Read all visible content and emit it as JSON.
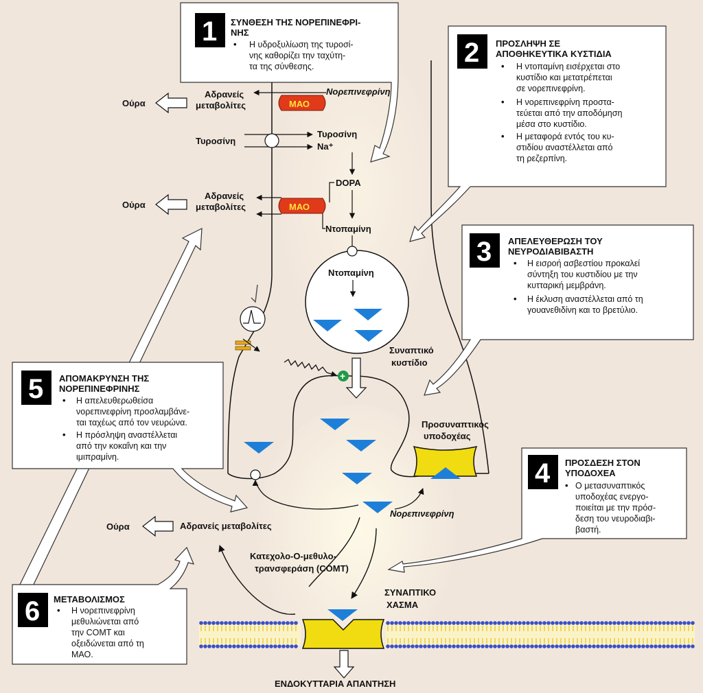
{
  "colors": {
    "background": "#f1e6dc",
    "mao_fill": "#e03a1a",
    "mao_text": "#ffe23a",
    "receptor": "#f0dc10",
    "transmitter": "#1e7fd8",
    "membrane_head": "#3b4fc4",
    "membrane_tail": "#e6c21a",
    "plus_badge": "#1f9a4a"
  },
  "boxes": {
    "b1": {
      "number": "1",
      "title": [
        "ΣΥΝΘΕΣΗ ΤΗΣ ΝΟΡΕΠΙΝΕΦΡΙ-",
        "ΝΗΣ"
      ],
      "bullets": [
        [
          "Η υδροξυλίωση της τυροσί-",
          "νης καθορίζει την ταχύτη-",
          "τα της σύνθεσης."
        ]
      ]
    },
    "b2": {
      "number": "2",
      "title": [
        "ΠΡΟΣΛΗΨΗ ΣΕ",
        "ΑΠΟΘΗΚΕΥΤΙΚΑ ΚΥΣΤΙΔΙΑ"
      ],
      "bullets": [
        [
          "Η ντοπαμίνη εισέρχεται στο",
          "κυστίδιο και μετατρέπεται",
          "σε νορεπινεφρίνη."
        ],
        [
          "Η νορεπινεφρίνη προστα-",
          "τεύεται από την αποδόμηση",
          "μέσα στο κυστίδιο."
        ],
        [
          "Η μεταφορά εντός του κυ-",
          "στιδίου αναστέλλεται από",
          "τη ρεζερπίνη."
        ]
      ]
    },
    "b3": {
      "number": "3",
      "title": [
        "ΑΠΕΛΕΥΘΕΡΩΣΗ ΤΟΥ",
        "ΝΕΥΡΟΔΙΑΒΙΒΑΣΤΗ"
      ],
      "bullets": [
        [
          "Η εισροή ασβεστίου προκαλεί",
          "σύντηξη του κυστιδίου με την",
          "κυτταρική μεμβράνη."
        ],
        [
          "Η έκλυση αναστέλλεται από τη",
          "γουανεθιδίνη και το βρετύλιο."
        ]
      ]
    },
    "b4": {
      "number": "4",
      "title": [
        "ΠΡΟΣΔΕΣΗ ΣΤΟΝ",
        "ΥΠΟΔΟΧΕΑ"
      ],
      "bullets": [
        [
          "Ο μετασυναπτικός",
          "υποδοχέας ενεργο-",
          "ποιείται με την πρόσ-",
          "δεση του νευροδιαβι-",
          "βαστή."
        ]
      ]
    },
    "b5": {
      "number": "5",
      "title": [
        "ΑΠΟΜΑΚΡΥΝΣΗ ΤΗΣ",
        "ΝΟΡΕΠΙΝΕΦΡΙΝΗΣ"
      ],
      "bullets": [
        [
          "Η απελευθερωθείσα",
          "νορεπινεφρίνη προσλαμβάνε-",
          "ται ταχέως από τον νευρώνα."
        ],
        [
          "Η πρόσληψη αναστέλλεται",
          "από την κοκαΐνη και την",
          "ιμιπραμίνη."
        ]
      ]
    },
    "b6": {
      "number": "6",
      "title": [
        "ΜΕΤΑΒΟΛΙΣΜΟΣ"
      ],
      "bullets": [
        [
          "Η νορεπινεφρίνη",
          "μεθυλιώνεται από",
          "την COMT και",
          "οξειδώνεται από τη",
          "ΜΑΟ."
        ]
      ]
    }
  },
  "labels": {
    "urine": "Ούρα",
    "inactive1": "Αδρανείς",
    "inactive2": "μεταβολίτες",
    "inactive_full": "Αδρανείς μεταβολίτες",
    "mao": "ΜΑΟ",
    "norepinephrine": "Νορεπινεφρίνη",
    "tyrosine": "Τυροσίνη",
    "sodium": "Na⁺",
    "dopa": "DOPA",
    "dopamine": "Ντοπαμίνη",
    "vesicle1": "Συναπτικό",
    "vesicle2": "κυστίδιο",
    "prereceptor1": "Προσυναπτικός",
    "prereceptor2": "υποδοχέας",
    "comt1": "Κατεχολο-Ο-μεθυλο-",
    "comt2": "τρανσφεράση (COMT)",
    "cleft1": "ΣΥΝΑΠΤΙΚΟ",
    "cleft2": "ΧΑΣΜΑ",
    "response": "ΕΝΔΟΚΥΤΤΑΡΙΑ ΑΠΑΝΤΗΣΗ",
    "plus": "+"
  }
}
